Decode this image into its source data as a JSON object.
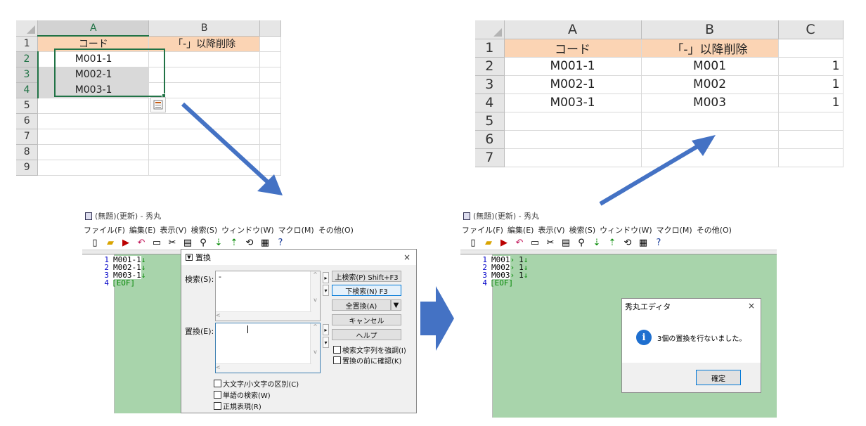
{
  "sheet1": {
    "col_headers": [
      "A",
      "B"
    ],
    "row_headers": [
      "1",
      "2",
      "3",
      "4",
      "5",
      "6",
      "7",
      "8",
      "9"
    ],
    "header_a": "コード",
    "header_b": "「-」以降削除",
    "rows": [
      "M001-1",
      "M002-1",
      "M003-1"
    ]
  },
  "sheet2": {
    "col_headers": [
      "A",
      "B",
      "C"
    ],
    "row_headers": [
      "1",
      "2",
      "3",
      "4",
      "5",
      "6",
      "7"
    ],
    "header_a": "コード",
    "header_b": "「-」以降削除",
    "rows": [
      {
        "a": "M001-1",
        "b": "M001",
        "c": "1"
      },
      {
        "a": "M002-1",
        "b": "M002",
        "c": "1"
      },
      {
        "a": "M003-1",
        "b": "M003",
        "c": "1"
      }
    ]
  },
  "editor_before": {
    "title": "(無題)(更新) - 秀丸",
    "menu": [
      "ファイル(F)",
      "編集(E)",
      "表示(V)",
      "検索(S)",
      "ウィンドウ(W)",
      "マクロ(M)",
      "その他(O)"
    ],
    "lines": [
      {
        "num": "1",
        "text": "M001-1"
      },
      {
        "num": "2",
        "text": "M002-1"
      },
      {
        "num": "3",
        "text": "M003-1"
      }
    ],
    "eof_num": "4",
    "eof": "[EOF]",
    "eol": "↓"
  },
  "replace_dialog": {
    "title": "置換",
    "close": "×",
    "search_label": "検索(S):",
    "search_value": "-",
    "replace_label": "置換(E):",
    "replace_value": "",
    "buttons": {
      "search_up": "上検索(P) Shift+F3",
      "search_down": "下検索(N) F3",
      "replace_all": "全置換(A)",
      "cancel": "キャンセル",
      "help": "ヘルプ"
    },
    "options_right": [
      "検索文字列を強調(I)",
      "置換の前に確認(K)"
    ],
    "options_bottom": [
      "大文字/小文字の区別(C)",
      "単語の検索(W)",
      "正規表現(R)"
    ]
  },
  "editor_after": {
    "title": "(無題)(更新) - 秀丸",
    "menu": [
      "ファイル(F)",
      "編集(E)",
      "表示(V)",
      "検索(S)",
      "ウィンドウ(W)",
      "マクロ(M)",
      "その他(O)"
    ],
    "lines": [
      {
        "num": "1",
        "text": "M001",
        "tail": "1"
      },
      {
        "num": "2",
        "text": "M002",
        "tail": "1"
      },
      {
        "num": "3",
        "text": "M003",
        "tail": "1"
      }
    ],
    "eof_num": "4",
    "eof": "[EOF]",
    "eol": "↓",
    "tab": "›"
  },
  "info_dialog": {
    "title": "秀丸エディタ",
    "close": "×",
    "icon": "i",
    "message": "3個の置換を行ないました。",
    "ok": "確定"
  },
  "colors": {
    "header_fill": "#fbd4b4",
    "selection_green": "#217346",
    "editor_bg": "#a8d4ab",
    "arrow_blue": "#4472c4"
  }
}
